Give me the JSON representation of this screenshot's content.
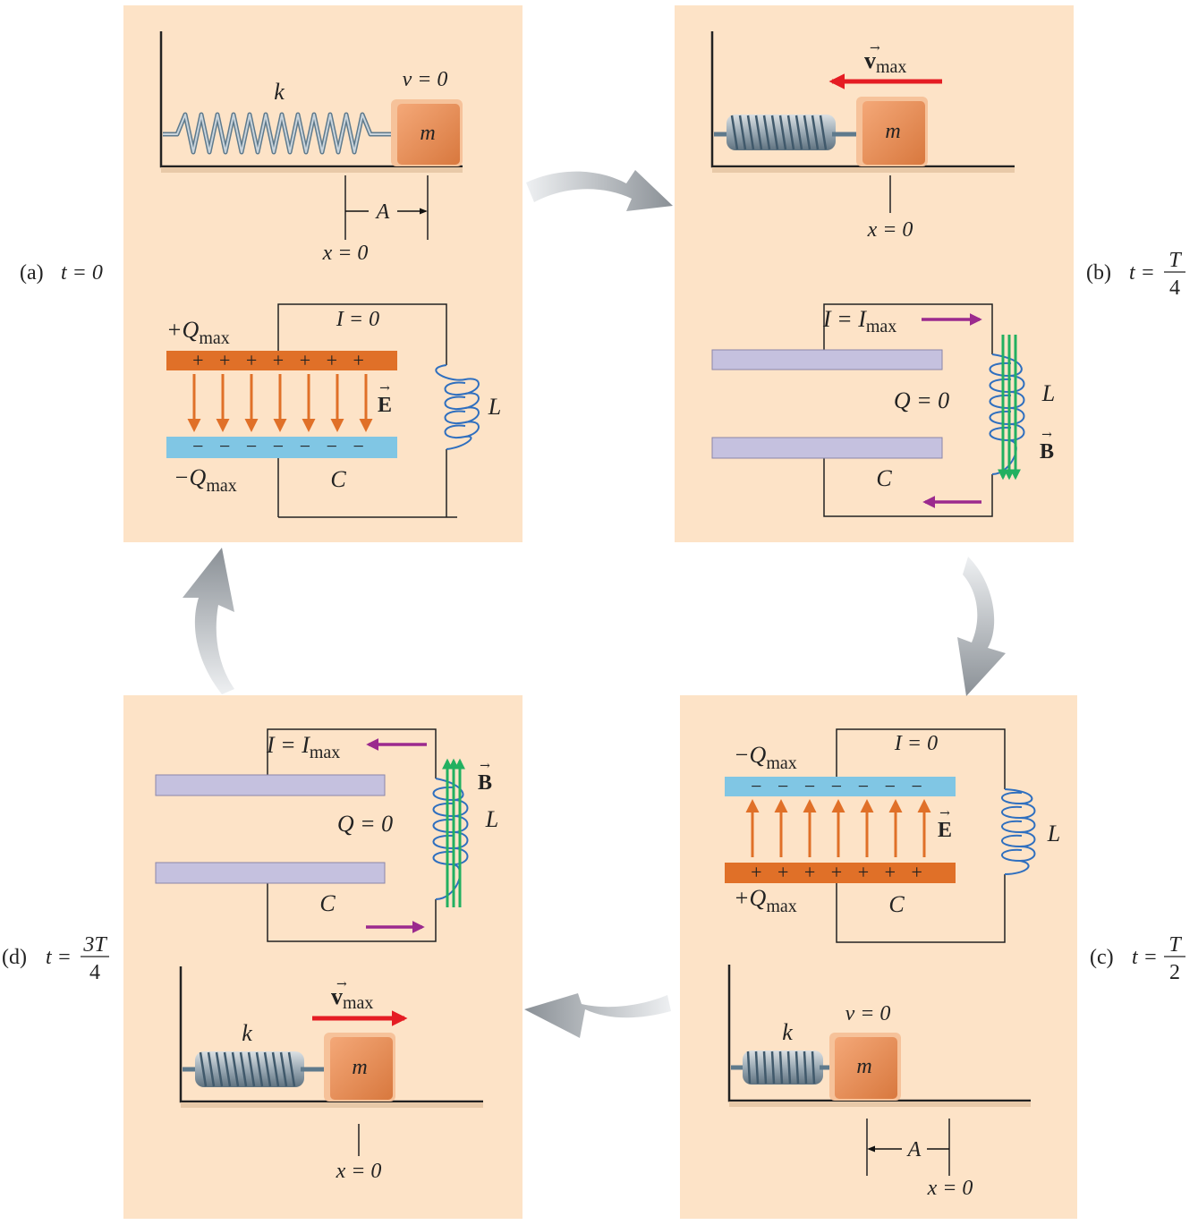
{
  "colors": {
    "panel_bg": "#fde3c7",
    "block": "#e8935a",
    "plate_pos": "#e07028",
    "plate_neg": "#80c6e4",
    "plate_neutral": "#c5c1df",
    "field_e": "#e07028",
    "field_b": "#22b060",
    "current": "#9b2a8e",
    "velocity": "#e51c23",
    "coil": "#2f6fbf",
    "cycle_arrow": "#9aa0a6"
  },
  "panels": {
    "a": {
      "label_prefix": "(a)",
      "time_text": "t = 0",
      "k": "k",
      "m": "m",
      "v": "v = 0",
      "A": "A",
      "x0": "x = 0",
      "q_top": "+Q",
      "q_top_sub": "max",
      "q_bot": "−Q",
      "q_bot_sub": "max",
      "current": "I = 0",
      "E": "E",
      "L": "L",
      "C": "C",
      "signs_top": "+ + + + + + +",
      "signs_bot": "− − − − − − −"
    },
    "b": {
      "label_prefix": "(b)",
      "time_text": "t =",
      "frac_num": "T",
      "frac_den": "4",
      "m": "m",
      "v": "v",
      "v_sub": "max",
      "x0": "x = 0",
      "current": "I = I",
      "current_sub": "max",
      "Q": "Q = 0",
      "L": "L",
      "B": "B",
      "C": "C"
    },
    "c": {
      "label_prefix": "(c)",
      "time_text": "t =",
      "frac_num": "T",
      "frac_den": "2",
      "k": "k",
      "m": "m",
      "v": "v = 0",
      "A": "A",
      "x0": "x = 0",
      "q_top": "−Q",
      "q_top_sub": "max",
      "q_bot": "+Q",
      "q_bot_sub": "max",
      "current": "I = 0",
      "E": "E",
      "L": "L",
      "C": "C",
      "signs_top": "− − − − − − −",
      "signs_bot": "+ + + + + + +"
    },
    "d": {
      "label_prefix": "(d)",
      "time_text": "t =",
      "frac_num": "3T",
      "frac_den": "4",
      "k": "k",
      "m": "m",
      "v": "v",
      "v_sub": "max",
      "x0": "x = 0",
      "current": "I = I",
      "current_sub": "max",
      "Q": "Q = 0",
      "L": "L",
      "B": "B",
      "C": "C"
    }
  }
}
